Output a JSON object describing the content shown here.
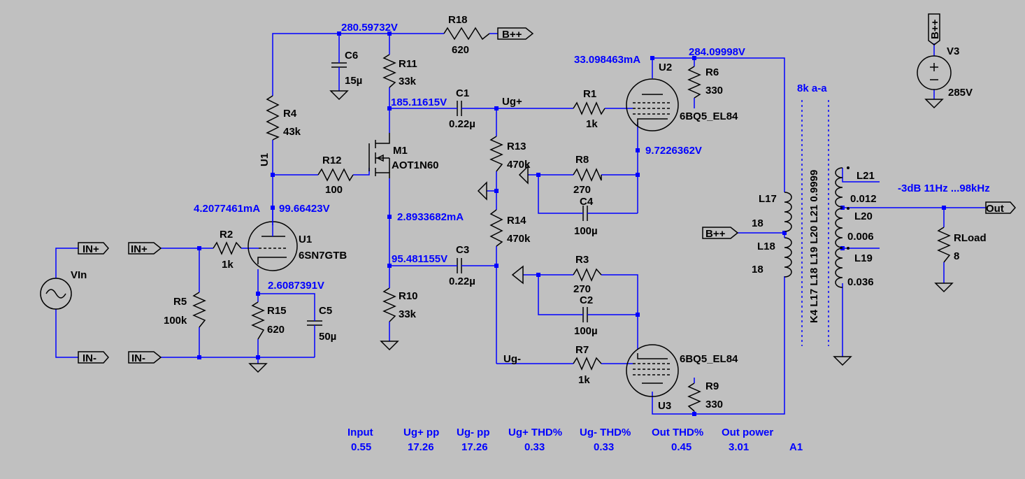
{
  "components": {
    "R18": {
      "name": "R18",
      "value": "620"
    },
    "C6": {
      "name": "C6",
      "value": "15µ"
    },
    "R11": {
      "name": "R11",
      "value": "33k"
    },
    "R4": {
      "name": "R4",
      "value": "43k"
    },
    "M1": {
      "name": "M1",
      "value": "AOT1N60"
    },
    "R12": {
      "name": "R12",
      "value": "100"
    },
    "C1": {
      "name": "C1",
      "value": "0.22µ"
    },
    "R1": {
      "name": "R1",
      "value": "1k"
    },
    "U2": {
      "name": "U2",
      "value": "6BQ5_EL84"
    },
    "R6": {
      "name": "R6",
      "value": "330"
    },
    "R13": {
      "name": "R13",
      "value": "470k"
    },
    "R8": {
      "name": "R8",
      "value": "270"
    },
    "C4": {
      "name": "C4",
      "value": "100µ"
    },
    "R14": {
      "name": "R14",
      "value": "470k"
    },
    "U1": {
      "name": "U1",
      "value": "6SN7GTB"
    },
    "R2": {
      "name": "R2",
      "value": "1k"
    },
    "R5": {
      "name": "R5",
      "value": "100k"
    },
    "R15": {
      "name": "R15",
      "value": "620"
    },
    "C5": {
      "name": "C5",
      "value": "50µ"
    },
    "C3": {
      "name": "C3",
      "value": "0.22µ"
    },
    "R10": {
      "name": "R10",
      "value": "33k"
    },
    "R3": {
      "name": "R3",
      "value": "270"
    },
    "C2": {
      "name": "C2",
      "value": "100µ"
    },
    "R7": {
      "name": "R7",
      "value": "1k"
    },
    "U3": {
      "name": "U3",
      "value": "6BQ5_EL84"
    },
    "R9": {
      "name": "R9",
      "value": "330"
    },
    "L17": {
      "name": "L17",
      "value": "18"
    },
    "L18": {
      "name": "L18",
      "value": "18"
    },
    "L21": {
      "name": "L21",
      "value": "0.012"
    },
    "L20": {
      "name": "L20",
      "value": "0.006"
    },
    "L19": {
      "name": "L19",
      "value": "0.036"
    },
    "RLoad": {
      "name": "RLoad",
      "value": "8"
    },
    "V3": {
      "name": "V3",
      "value": "285V"
    },
    "VIn": {
      "name": "VIn"
    }
  },
  "net_labels": {
    "bpp_r18": "B++",
    "bpp_transformer": "B++",
    "bpp_v3": "B++",
    "in_plus_src": "IN+",
    "in_plus": "IN+",
    "in_minus_src": "IN-",
    "in_minus": "IN-",
    "out": "Out",
    "ug_plus": "Ug+",
    "ug_minus": "Ug-",
    "u1_node": "U1"
  },
  "annotations": {
    "v_top": "280.59732V",
    "v_r11": "185.11615V",
    "i_u2": "33.098463mA",
    "v_u2_plate": "284.09998V",
    "v_u2_cathode": "9.7226362V",
    "i_u1": "4.2077461mA",
    "v_u1_plate": "99.66423V",
    "i_m1": "2.8933682mA",
    "v_m1_source": "95.481155V",
    "v_u1_cathode": "2.6087391V",
    "trafo": "8k a-a",
    "coupling": "K4 L17 L18 L19 L20 L21 0.9999",
    "bandwidth": "-3dB 11Hz ...98kHz"
  },
  "measurements": [
    {
      "label": "Input",
      "value": "0.55"
    },
    {
      "label": "Ug+ pp",
      "value": "17.26"
    },
    {
      "label": "Ug- pp",
      "value": "17.26"
    },
    {
      "label": "Ug+ THD%",
      "value": "0.33"
    },
    {
      "label": "Ug- THD%",
      "value": "0.33"
    },
    {
      "label": "Out THD%",
      "value": "0.45"
    },
    {
      "label": "Out power",
      "value": "3.01"
    }
  ],
  "sheet_id": "A1",
  "colors": {
    "background": "#c0c0c0",
    "wire": "#0000ff",
    "component": "#000000"
  }
}
